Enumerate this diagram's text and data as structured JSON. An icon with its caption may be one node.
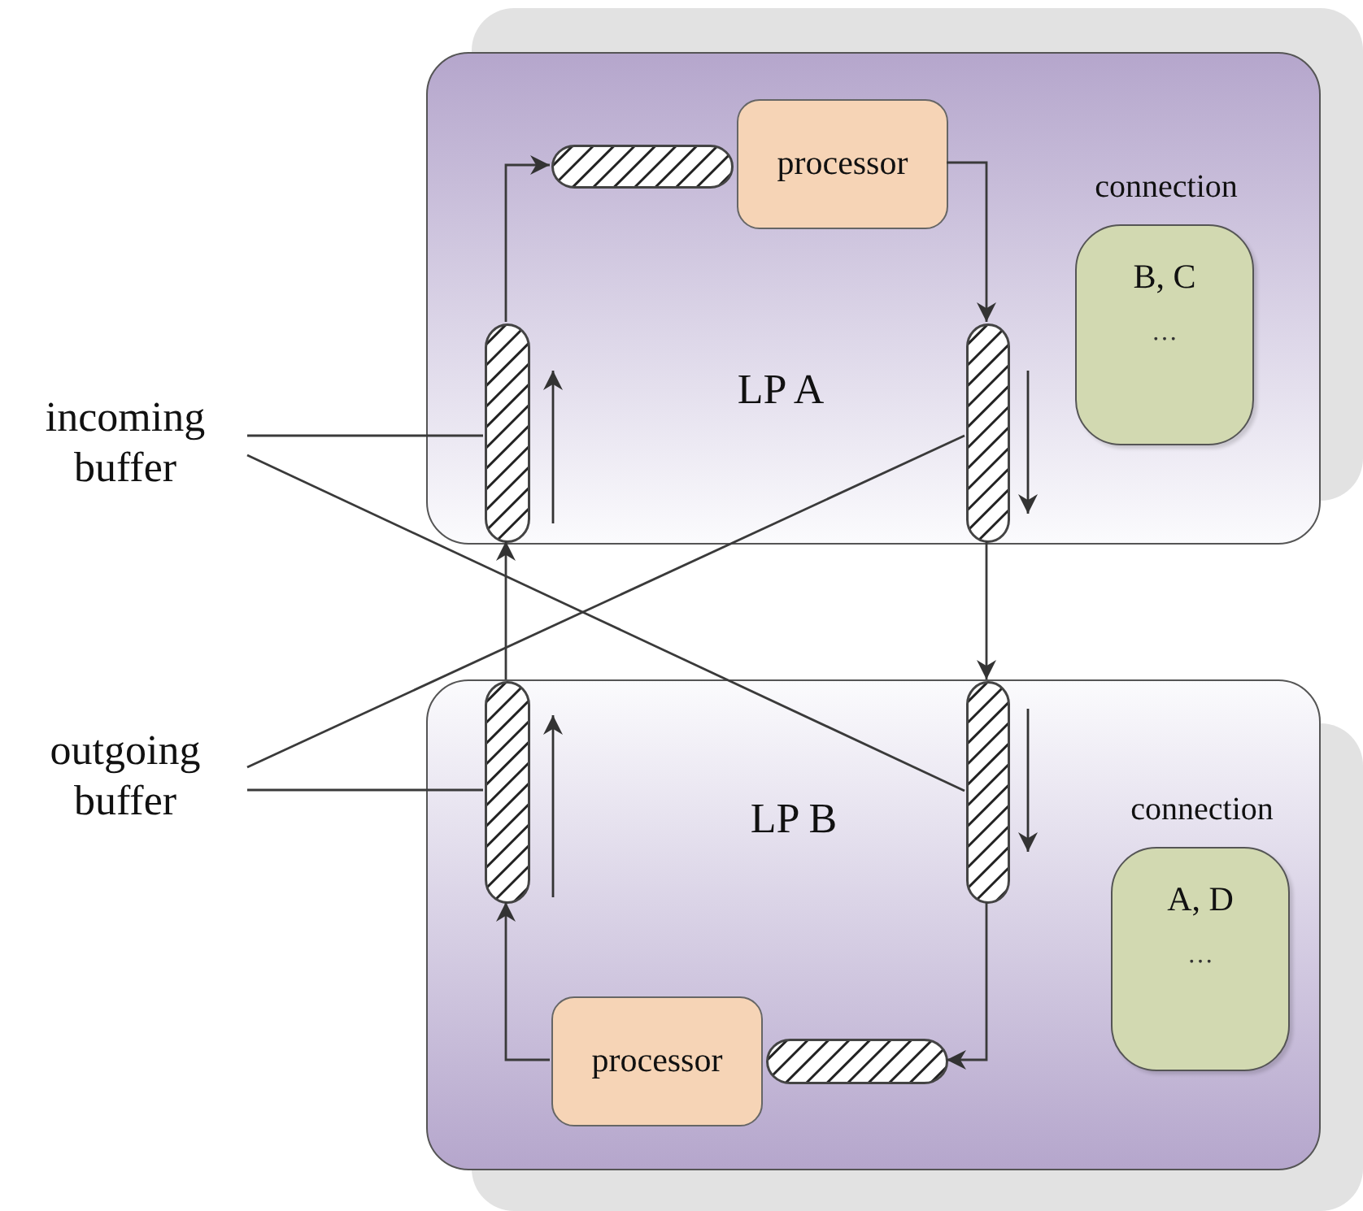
{
  "diagram": {
    "nodes": [
      {
        "text": [
          "LP A"
        ]
      },
      {
        "text": [
          "processor"
        ],
        "in": 0
      },
      {
        "text": [],
        "shape": "bar",
        "in": 0
      },
      {
        "text": [],
        "shape": "bar",
        "in": 0
      },
      {
        "text": [],
        "shape": "bar",
        "in": 0
      },
      {
        "text": [
          "connection",
          "B, C",
          "…"
        ],
        "in": 0
      },
      {
        "text": [
          "LP B"
        ]
      },
      {
        "text": [],
        "shape": "bar",
        "in": 6
      },
      {
        "text": [],
        "shape": "bar",
        "in": 6
      },
      {
        "text": [],
        "shape": "bar",
        "in": 6
      },
      {
        "text": [
          "processor"
        ],
        "in": 6
      },
      {
        "text": [
          "connection",
          "A, D",
          "…"
        ],
        "in": 6
      },
      {
        "text": [
          "incoming buffer"
        ]
      },
      {
        "text": [
          "outgoing buffer"
        ]
      }
    ],
    "edges": [
      {
        "from": 3,
        "to": 2,
        "arrow": "to"
      },
      {
        "from": 1,
        "to": 4,
        "arrow": "to"
      },
      {
        "from": 4,
        "to": 8,
        "arrow": "to"
      },
      {
        "from": 8,
        "to": 9,
        "arrow": "to"
      },
      {
        "from": 10,
        "to": 7,
        "arrow": "to"
      },
      {
        "from": 7,
        "to": 3,
        "arrow": "to"
      },
      {
        "from": 12,
        "to": 3,
        "arrow": "none"
      },
      {
        "from": 12,
        "to": 8,
        "arrow": "none"
      },
      {
        "from": 13,
        "to": 4,
        "arrow": "none"
      },
      {
        "from": 13,
        "to": 7,
        "arrow": "none"
      }
    ]
  }
}
